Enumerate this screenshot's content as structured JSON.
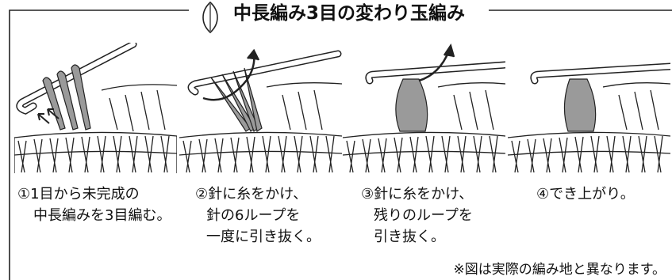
{
  "title": "中長編み3目の変わり玉編み",
  "steps": [
    {
      "lines": [
        "①1目から未完成の",
        "中長編みを3目編む。"
      ]
    },
    {
      "lines": [
        "②針に糸をかけ、",
        "針の6ループを",
        "一度に引き抜く。"
      ]
    },
    {
      "lines": [
        "③針に糸をかけ、",
        "残りのループを",
        "引き抜く。"
      ]
    },
    {
      "lines": [
        "④でき上がり。"
      ]
    }
  ],
  "note": "※図は実際の編み地と異なります。",
  "colors": {
    "yarn": "#9a9a9a",
    "line": "#222222",
    "hook_fill": "#ffffff"
  }
}
